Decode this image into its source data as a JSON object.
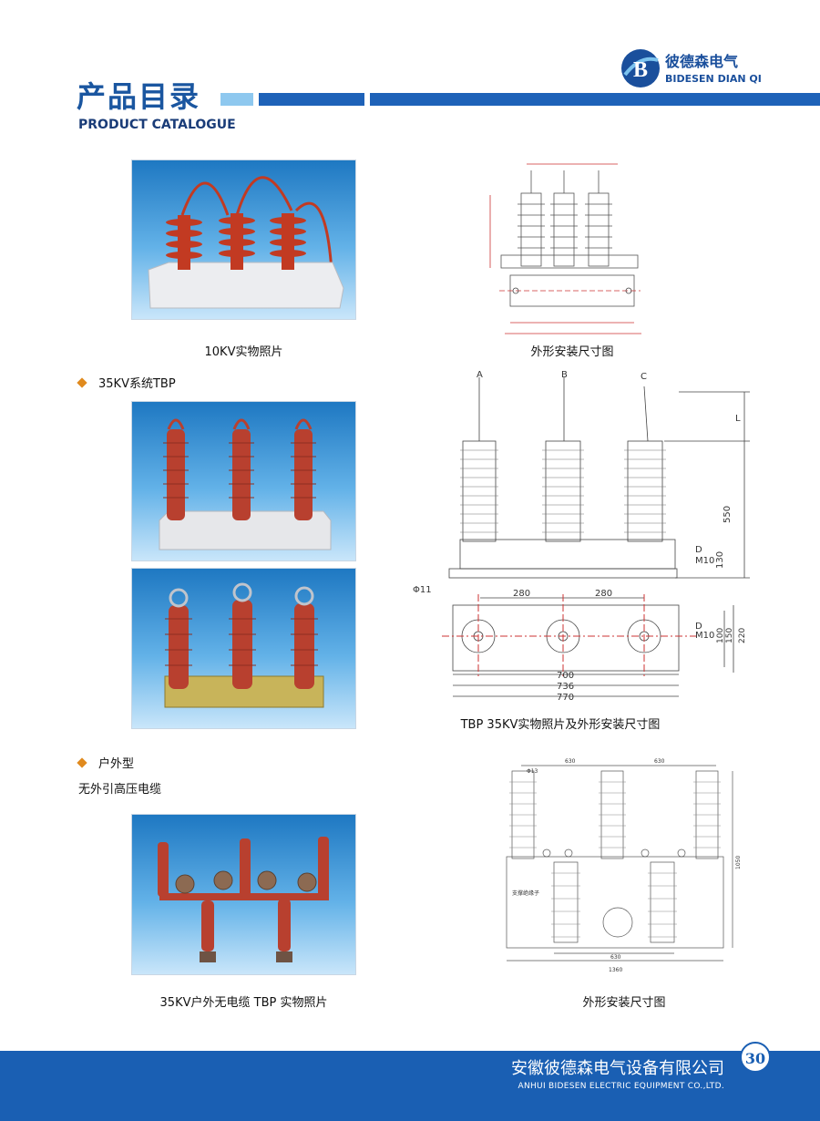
{
  "header": {
    "title_cn": "产品目录",
    "title_en": "PRODUCT CATALOGUE",
    "logo_cn": "彼德森电气",
    "logo_en": "BIDESEN DIAN QI",
    "logo_letter": "B"
  },
  "row1": {
    "photo_caption": "10KV实物照片",
    "drawing_caption": "外形安装尺寸图"
  },
  "section_tbp": {
    "bullet": "35KV系统TBP",
    "caption": "TBP 35KV实物照片及外形安装尺寸图",
    "dims": {
      "d550": "550",
      "d130": "130",
      "d280a": "280",
      "d280b": "280",
      "d700": "700",
      "d736": "736",
      "d770": "770",
      "d100": "100",
      "d150": "150",
      "d220": "220",
      "phi": "Φ11",
      "d_label": "D",
      "m10": "M10",
      "d_label2": "D",
      "m10b": "M10",
      "la": "A",
      "lb": "B",
      "lc": "C",
      "ll": "L"
    }
  },
  "section_outdoor": {
    "bullet": "户外型",
    "subtitle": "无外引高压电缆",
    "photo_caption": "35KV户外无电缆 TBP 实物照片",
    "drawing_caption": "外形安装尺寸图",
    "dims": {
      "d630a": "630",
      "d630b": "630",
      "d630c": "630",
      "d1360": "1360",
      "d1050": "1050",
      "phi": "Φ13",
      "support": "支撑绝缘子"
    }
  },
  "footer": {
    "company_cn": "安徽彼德森电气设备有限公司",
    "company_en": "ANHUI BIDESEN ELECTRIC EQUIPMENT CO.,LTD.",
    "page": "30"
  },
  "colors": {
    "brand_blue": "#1a5fb3",
    "light_blue": "#8ec8ef",
    "bullet_orange": "#e08a1e",
    "insulator_red": "#b8402f"
  }
}
